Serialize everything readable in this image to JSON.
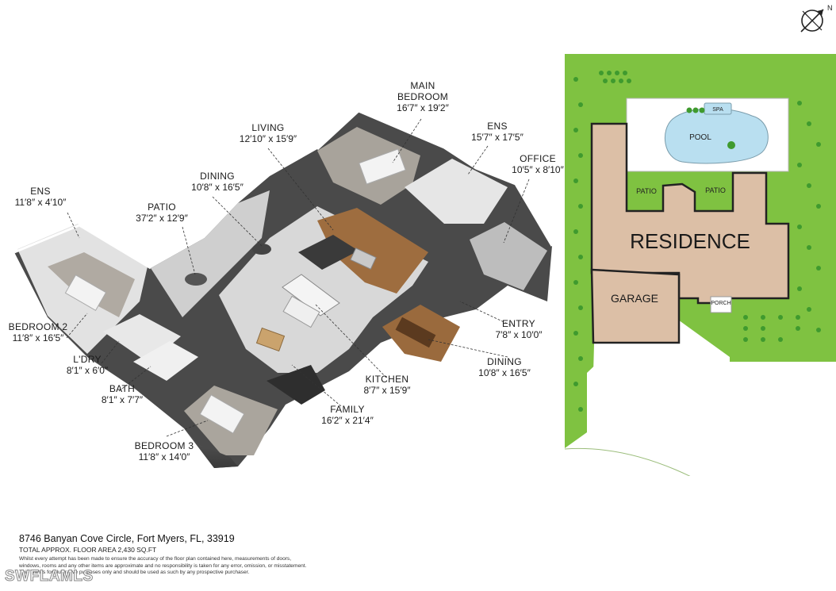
{
  "labels": {
    "main_bedroom": {
      "name": [
        "MAIN",
        "BEDROOM"
      ],
      "dim": "16′7″ x 19′2″"
    },
    "ens_top": {
      "name": "ENS",
      "dim": "15′7″ x 17′5″"
    },
    "office": {
      "name": "OFFICE",
      "dim": "10′5″ x 8′10″"
    },
    "living": {
      "name": "LIVING",
      "dim": "12′10″ x 15′9″"
    },
    "dining_left": {
      "name": "DINING",
      "dim": "10′8″ x 16′5″"
    },
    "patio": {
      "name": "PATIO",
      "dim": "37′2″ x 12′9″"
    },
    "ens_left": {
      "name": "ENS",
      "dim": "11′8″ x 4′10″"
    },
    "bedroom2": {
      "name": "BEDROOM 2",
      "dim": "11′8″ x 16′5″"
    },
    "laundry": {
      "name": "L'DRY",
      "dim": "8′1″ x 6′0″"
    },
    "bath": {
      "name": "BATH",
      "dim": "8′1″ x 7′7″"
    },
    "bedroom3": {
      "name": "BEDROOM 3",
      "dim": "11′8″ x 14′0″"
    },
    "family": {
      "name": "FAMILY",
      "dim": "16′2″ x 21′4″"
    },
    "kitchen": {
      "name": "KITCHEN",
      "dim": "8′7″ x 15′9″"
    },
    "entry": {
      "name": "ENTRY",
      "dim": "7′8″ x 10′0″"
    },
    "dining_right": {
      "name": "DINING",
      "dim": "10′8″ x 16′5″"
    }
  },
  "site": {
    "residence": "RESIDENCE",
    "garage": "GARAGE",
    "pool": "POOL",
    "spa": "SPA",
    "patio_left": "PATIO",
    "patio_right": "PATIO",
    "porch": "PORCH",
    "north": "N"
  },
  "footer": {
    "address": "8746 Banyan Cove Circle, Fort Myers, FL, 33919",
    "area": "TOTAL APPROX. FLOOR AREA 2,430 SQ.FT",
    "disclaimer": [
      "Whilst every attempt has been made to ensure the accuracy of the floor plan contained here, measurements of doors,",
      "windows, rooms and any other items are approximate and no responsibility is taken for any error, omission, or misstatement.",
      "This plan is for illustrative purposes only and should be used as such by any prospective purchaser."
    ]
  },
  "watermark": "SWFLAMLS",
  "colors": {
    "lawn": "#7fc241",
    "tree": "#3f9a2e",
    "residence": "#dcbfa6",
    "pool": "#b9dff0",
    "floor_gray": "#d2d2d2",
    "floor_wood": "#9e6d3f",
    "carpet": "#a8a39b"
  }
}
